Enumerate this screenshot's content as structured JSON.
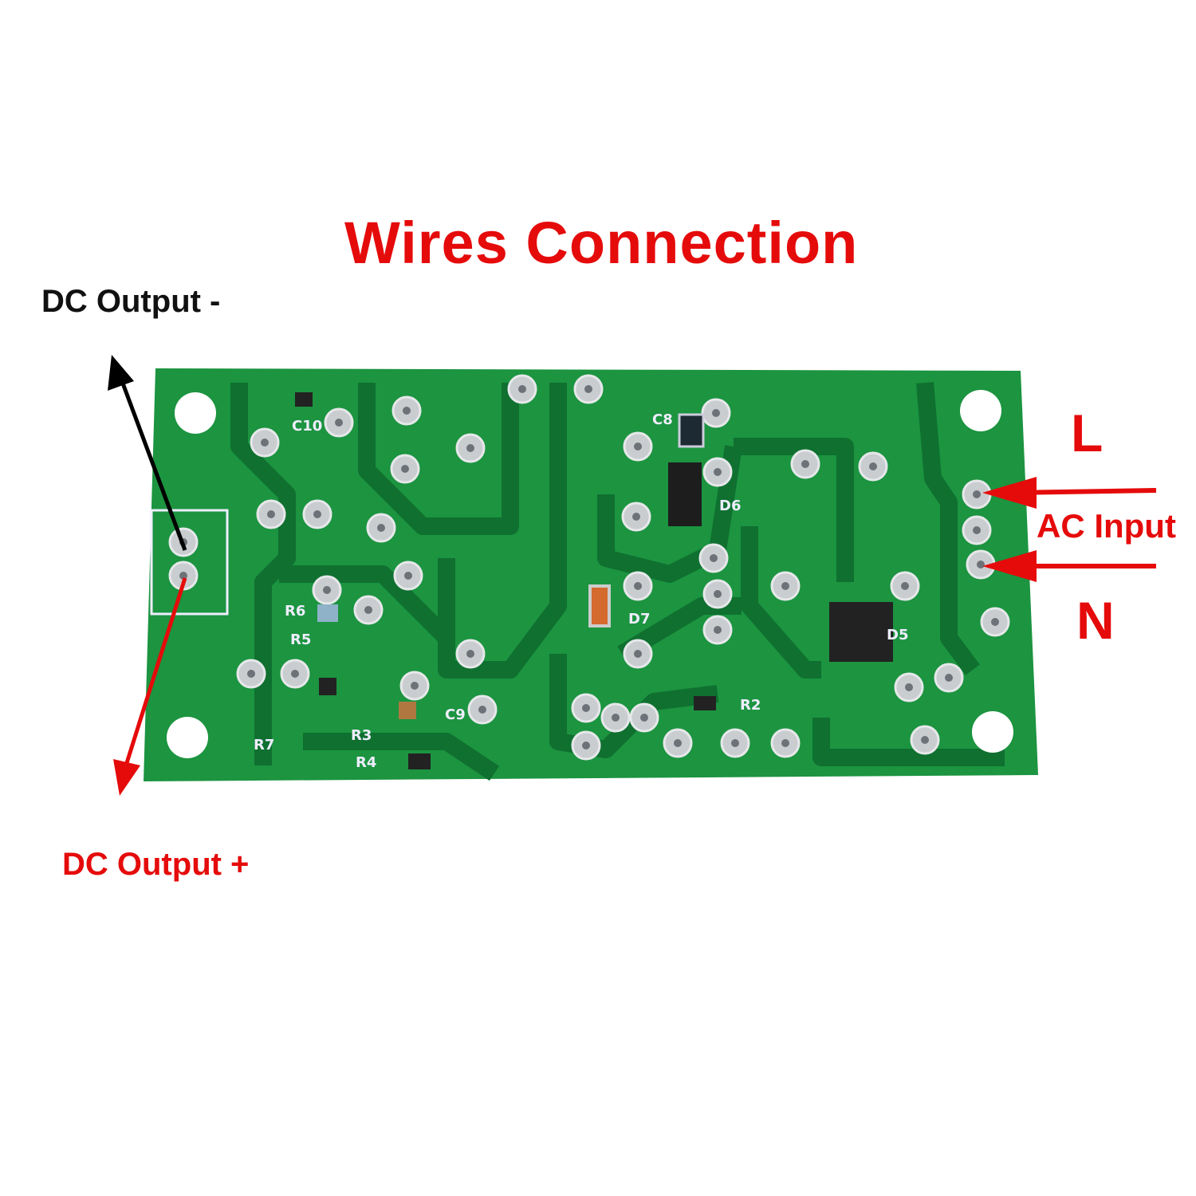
{
  "title": "Wires Connection",
  "labels": {
    "dc_output_negative": "DC Output -",
    "dc_output_positive": "DC Output +",
    "line": "L",
    "ac_input": "AC Input",
    "neutral": "N"
  },
  "silkscreen": [
    "C10",
    "C8",
    "D6",
    "D7",
    "D5",
    "R2",
    "R6",
    "R5",
    "R7",
    "R3",
    "R4",
    "C9"
  ],
  "colors": {
    "annotation_red": "#e50b0b",
    "annotation_black": "#111111",
    "board_green": "#1c9440",
    "trace_green": "#0f7030"
  }
}
